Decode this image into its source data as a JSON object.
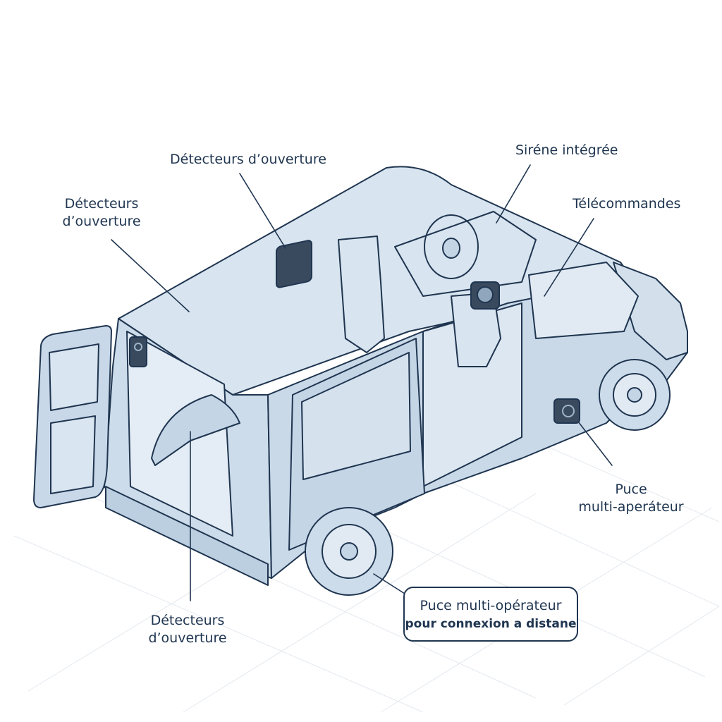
{
  "colors": {
    "ink": "#1f3550",
    "van_fill": "#d3e0ec",
    "van_fill_dark": "#bccfe0",
    "device": "#3a4a5e",
    "grid": "#e4e9ef"
  },
  "labels": {
    "top_center": "Détecteurs d’ouverture",
    "left_line1": "Détecteurs",
    "left_line2": "d’ouverture",
    "bottom_line1": "Détecteurs",
    "bottom_line2": "d’ouverture",
    "siren": "Siréne intégrée",
    "remotes": "Télécommandes",
    "chip_line1": "Puce",
    "chip_line2": "multi-aperáteur"
  },
  "callout": {
    "line1": "Puce multi-opérateur",
    "line2": "pour connexion a distane"
  },
  "icons": [
    "door-sensor-icon",
    "siren-icon",
    "chip-module-icon"
  ]
}
